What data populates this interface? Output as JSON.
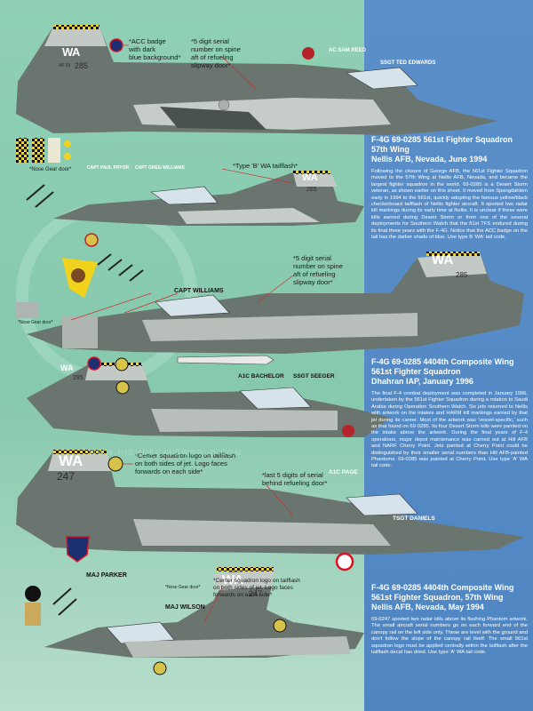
{
  "callouts": {
    "acc_badge": "*ACC badge\nwith dark\nblue background*",
    "serial_spine_1": "*5 digit serial\nnumber on spine\naft of refueling\nslipway door*",
    "nose_gear_door_1": "*Nose Gear door*",
    "type_b_tailflash": "*Type 'B' WA tailflash*",
    "serial_spine_2": "*5 digit serial\nnumber on spine\naft of refueling\nslipway door*",
    "nose_gear_door_2": "*Nose Gear door*",
    "center_logo_1": "*Center squadron logo on tailflash\non both sides of jet. Logo faces\nforwards on each side*",
    "last5_serial": "*last 5 digits of serial\nbehind refueling door*",
    "nose_gear_door_3": "*Nose Gear door*",
    "center_logo_2": "*Center squadron logo on tailflash\non both sides of jet. Logo faces\nforwards on each side*"
  },
  "crew": {
    "ac_sam_reed": "AC SAM REED",
    "ssgt_ted_edwards": "SSGT TED EDWARDS",
    "capt_paul_pryor": "CAPT PAUL PRYOR",
    "capt_greg_williams": "CAPT GREG WILLIAMS",
    "capt_williams": "CAPT WILLIAMS",
    "a1c_bachelor": "A1C BACHELOR",
    "ssgt_seeger": "SSGT SEEGER",
    "a1c_page": "A1C PAGE",
    "tsgt_daniels": "TSGT DANIELS",
    "maj_parker": "MAJ PARKER",
    "maj_wilson": "MAJ WILSON"
  },
  "tail_codes": {
    "t1_code": "WA",
    "t1_num": "285",
    "t1_small": "AF 69",
    "t2_code": "WA",
    "t2_num": "285",
    "t3_code": "WA",
    "t3_num": "285",
    "t4_code": "WA",
    "t4_num": "285",
    "t5_code": "WA",
    "t5_num": "247",
    "t6_code": "WA",
    "t6_num": "247"
  },
  "sections": [
    {
      "heading": "F-4G 69-0285 561st Fighter Squadron\n57th Wing\nNellis AFB, Nevada, June 1994",
      "body": "Following the closure of George AFB, the 561st Fighter Squadron moved to the 57th Wing at Nellis AFB, Nevada, and became the largest fighter squadron in the world. 69-0285 is a Desert Storm veteran, as shown earlier on this sheet. It moved from Spangdahlem early in 1994 to the 561st, quickly adopting the famous yellow/black checkerboard tailflash of Nellis fighter aircraft. It sported two radar kill markings during its early time at Nellis. It is unclear if these were kills earned during Desert Storm or from one of the several deployments for Southern Watch that the 81st TFS endured during its final three years with the F-4G. Notice that the ACC badge on the tail has the darker shade of blue. Use type B 'WA' tail code."
    },
    {
      "heading": "F-4G 69-0285 4404th Composite Wing\n561st Fighter Squadron\nDhahran IAP, January 1996",
      "body": "The final F-4 combat deployment was completed in January 1996, undertaken by the 561st Fighter Squadron during a rotation to Saudi Arabia during Operation Southern Watch. Six jets returned to Nellis with artwork on the intakes and HARM kill markings earned by that jet during its career. Most of the artwork was 'vessel-specific,' such as that found on 69-0285. Its four Desert Storm kills were painted on the intake above the artwork. During the final years of F-4 operations, major depot maintenance was carried out at Hill AFB and NARF Cherry Point. Jets painted at Cherry Point could be distinguished by their smaller serial numbers than Hill AFB-painted Phantoms. 69-0285 was painted at Cherry Point. Use type 'A' WA tail code."
    },
    {
      "heading": "F-4G 69-0285 4404th Composite Wing\n561st Fighter Squadron, 57th Wing\nNellis AFB, Nevada, May 1994",
      "body": "69-0247 sported two radar kills above its flashing Phantom artwork. The small aircraft serial numbers go on each forward end of the canopy rail on the left side only. These are level with the ground and don't follow the slope of the canopy rail itself. The small 561st squadron logo must be applied centrally within the tailflash after the tailflash decal has dried. Use type 'A' WA tail code."
    }
  ],
  "watermark": "WWW.HIGHDECALSWORLD.COM"
}
